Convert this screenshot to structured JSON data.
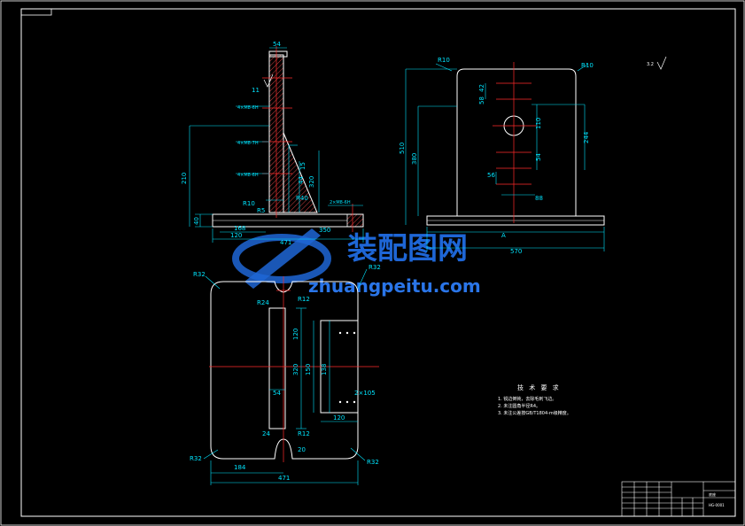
{
  "colors": {
    "background": "#000000",
    "outline": "#ffffff",
    "dimension": "#00e5ff",
    "centerline": "#ff2a2a",
    "hatch": "#ff5050",
    "watermark": "#1e66d6"
  },
  "watermark": {
    "text": "装配图网",
    "url": "zhuangpeitu.com"
  },
  "section_view": {
    "dims": {
      "d54": "54",
      "d11": "11",
      "d40": "40",
      "d210": "210",
      "d471": "471",
      "d168": "168",
      "d120": "120",
      "d320": "320",
      "d15": "15",
      "r10": "R10",
      "r5": "R5",
      "r40": "R40",
      "d44": "44",
      "d350": "350"
    },
    "callouts": [
      "4×M8-6H",
      "4×M8-7H",
      "4×M8-6H",
      "2×M8-6H"
    ]
  },
  "side_view": {
    "dims": {
      "r10a": "R10",
      "r10b": "R10",
      "d510": "510",
      "d380": "380",
      "d42": "42",
      "d58": "58",
      "d110": "110",
      "d244": "244",
      "d54": "54",
      "d56": "56",
      "d88": "88",
      "d570": "570",
      "a": "A"
    },
    "roughness": "3.2"
  },
  "plan_view": {
    "dims": {
      "r32a": "R32",
      "r32b": "R32",
      "r32c": "R32",
      "r32d": "R32",
      "r24": "R24",
      "r12a": "R12",
      "r12b": "R12",
      "d120a": "120",
      "d320": "320",
      "d150": "150",
      "d138": "138",
      "d54": "54",
      "d2105": "2×105",
      "d120b": "120",
      "d24": "24",
      "d184": "184",
      "d471": "471",
      "d20": "20"
    }
  },
  "notes": {
    "heading": "技 术 要 求",
    "items": [
      "1. 锐边倒钝，去除毛刺飞边。",
      "2. 未注圆角半径R4。",
      "3. 未注公差按GB/T1804-m级精度。"
    ]
  },
  "title_block": {
    "part_name": "底座",
    "code": "HG-0001"
  }
}
